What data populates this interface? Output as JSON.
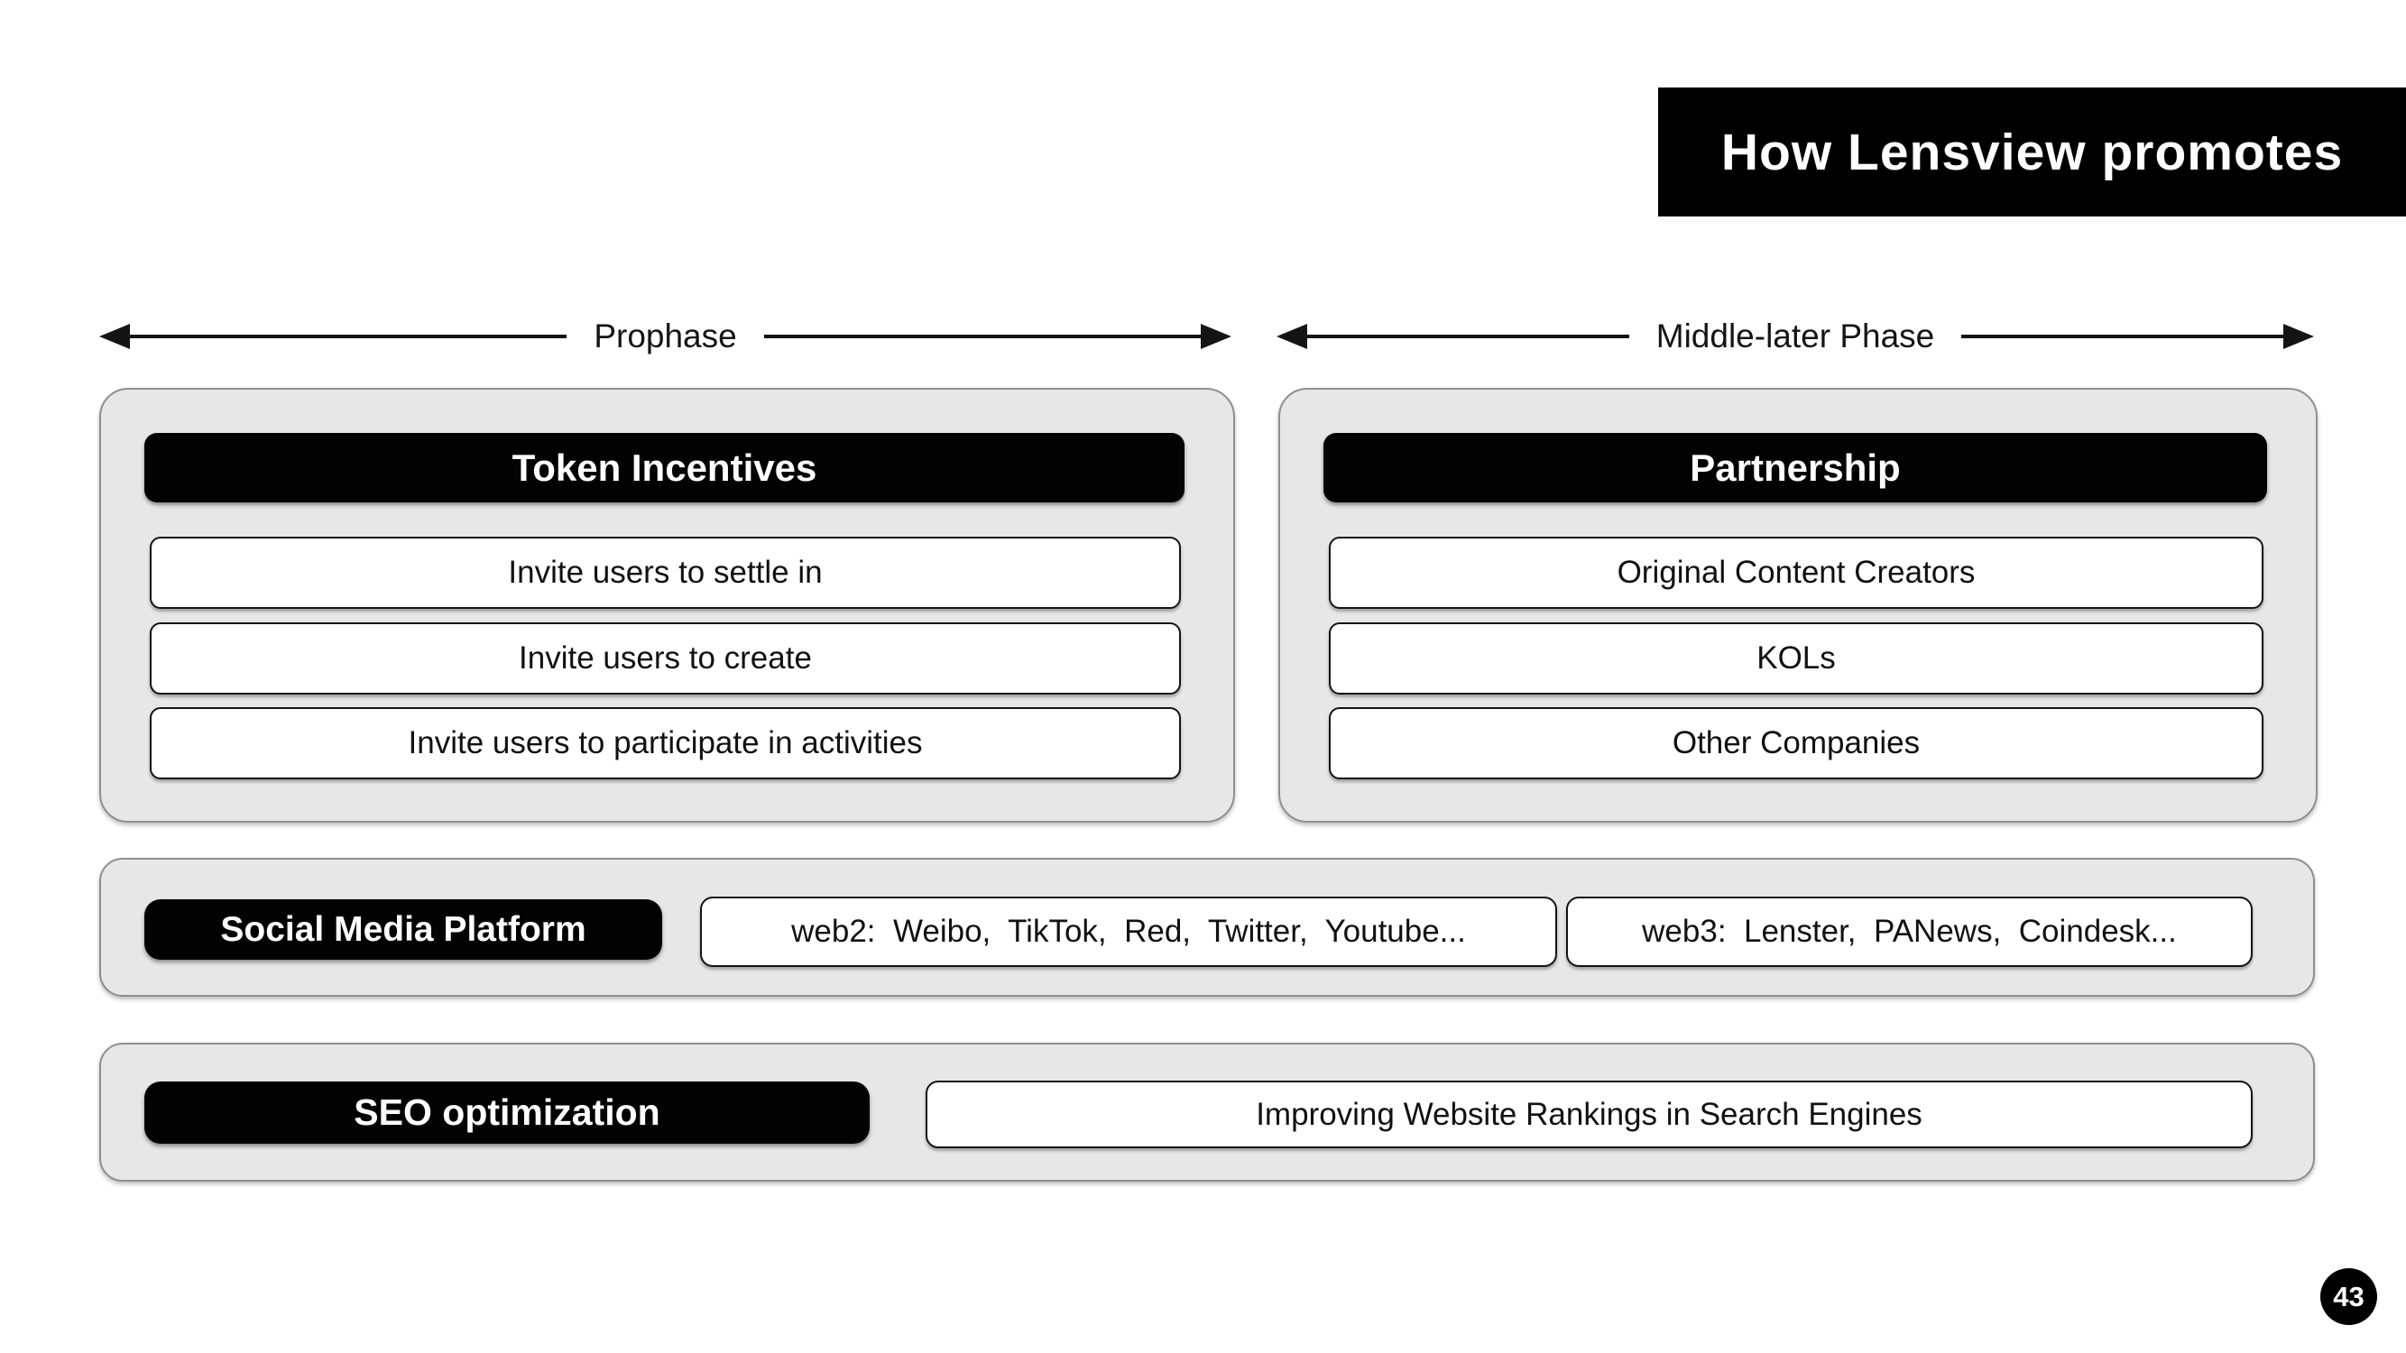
{
  "title": "How Lensview promotes",
  "page_number": "43",
  "colors": {
    "panel_bg": "#e7e7e7",
    "panel_border": "#8f8f8f",
    "header_bg": "#000000",
    "header_text": "#ffffff",
    "box_border": "#141414",
    "box_bg": "#ffffff"
  },
  "phases": [
    {
      "label": "Prophase"
    },
    {
      "label": "Middle-later Phase"
    }
  ],
  "panels": [
    {
      "header": "Token Incentives",
      "items": [
        "Invite users to settle in",
        "Invite users to create",
        "Invite users to participate in activities"
      ]
    },
    {
      "header": "Partnership",
      "items": [
        "Original Content Creators",
        "KOLs",
        "Other Companies"
      ]
    }
  ],
  "rows": [
    {
      "label": "Social Media Platform",
      "boxes": [
        "web2:  Weibo,  TikTok,  Red,  Twitter,  Youtube...",
        "web3:  Lenster,  PANews,  Coindesk..."
      ]
    },
    {
      "label": "SEO optimization",
      "boxes": [
        "Improving Website Rankings in Search Engines"
      ]
    }
  ]
}
